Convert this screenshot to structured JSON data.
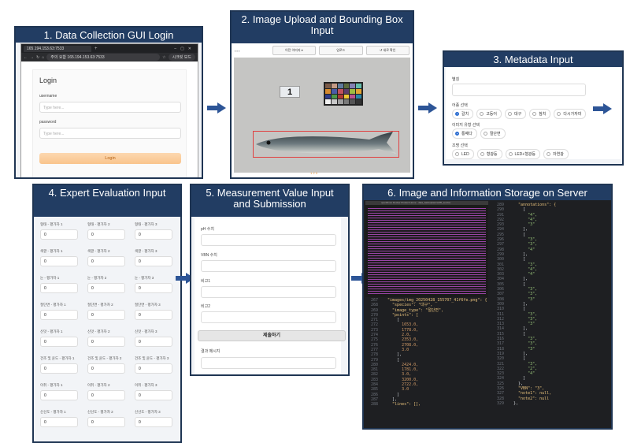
{
  "panels": {
    "p1": {
      "title": "1. Data Collection GUI Login"
    },
    "p2": {
      "title": "2. Image Upload and Bounding Box Input"
    },
    "p3": {
      "title": "3. Metadata Input"
    },
    "p4": {
      "title": "4. Expert Evaluation Input"
    },
    "p5": {
      "title": "5. Measurement Value Input and Submission"
    },
    "p6": {
      "title": "6. Image and Information Storage on Server"
    }
  },
  "login": {
    "tab": "165.194.153.63:7533",
    "address": "주의 요함  165.194.153.63:7533",
    "ext": "시크릿 모드",
    "heading": "Login",
    "username_label": "username",
    "username_placeholder": "Type here...",
    "password_label": "password",
    "password_placeholder": "Type here...",
    "button": "Login"
  },
  "upload": {
    "buttons": [
      "이전 이미지 ▾",
      "업로드",
      "↺ 새로 확인"
    ],
    "marker": "1",
    "checker_colors": [
      "#7a5a48",
      "#c49a85",
      "#5f7a9c",
      "#5c6b3d",
      "#8380b2",
      "#63bcaa",
      "#d58a2e",
      "#4a5ba6",
      "#c1525d",
      "#5c3c6b",
      "#9fbc41",
      "#e2a431",
      "#2e3b8a",
      "#4b974b",
      "#ad3833",
      "#eec733",
      "#b9528f",
      "#2c87a6",
      "#f1f1f1",
      "#c8c8c8",
      "#a0a0a0",
      "#7a7a7a",
      "#555555",
      "#333333"
    ],
    "pager": "1 2 3"
  },
  "metadata": {
    "field1_label": "별칭",
    "group1_label": "어종 선택",
    "group1_options": [
      "갈치",
      "고등어",
      "대구",
      "참치",
      "다시가자미"
    ],
    "group2_label": "이미지 유형 선택",
    "group2_options": [
      "통째다",
      "절단면"
    ],
    "group3_label": "조명 선택",
    "group3_options": [
      "LED",
      "형광등",
      "LED+형광등",
      "자연광"
    ]
  },
  "evaluation": {
    "cells": [
      {
        "label": "형태 - 평가자 1",
        "value": "0"
      },
      {
        "label": "형태 - 평가자 2",
        "value": "0"
      },
      {
        "label": "형태 - 평가자 3",
        "value": "0"
      },
      {
        "label": "색깔 - 평가자 1",
        "value": "0"
      },
      {
        "label": "색깔 - 평가자 2",
        "value": "0"
      },
      {
        "label": "색깔 - 평가자 3",
        "value": "0"
      },
      {
        "label": "눈 - 평가자 1",
        "value": "0"
      },
      {
        "label": "눈 - 평가자 2",
        "value": "0"
      },
      {
        "label": "눈 - 평가자 3",
        "value": "0"
      },
      {
        "label": "절단면 - 평가자 1",
        "value": "0"
      },
      {
        "label": "절단면 - 평가자 2",
        "value": "0"
      },
      {
        "label": "절단면 - 평가자 3",
        "value": "0"
      },
      {
        "label": "신맛 - 평가자 1",
        "value": "0"
      },
      {
        "label": "신맛 - 평가자 2",
        "value": "0"
      },
      {
        "label": "신맛 - 평가자 3",
        "value": "0"
      },
      {
        "label": "건조 및 윤도 - 평가자 1",
        "value": "0"
      },
      {
        "label": "건조 및 윤도 - 평가자 2",
        "value": "0"
      },
      {
        "label": "건조 및 윤도 - 평가자 3",
        "value": "0"
      },
      {
        "label": "이취 - 평가자 1",
        "value": "0"
      },
      {
        "label": "이취 - 평가자 2",
        "value": "0"
      },
      {
        "label": "이취 - 평가자 3",
        "value": "0"
      },
      {
        "label": "신선도 - 평가자 1",
        "value": "0"
      },
      {
        "label": "신선도 - 평가자 2",
        "value": "0"
      },
      {
        "label": "신선도 - 평가자 3",
        "value": "0"
      }
    ]
  },
  "measurement": {
    "ph_label": "pH 수치",
    "vbn_label": "VBN 수치",
    "note1_label": "비고1",
    "note2_label": "비고2",
    "submit": "제출하기",
    "result_label": "결과 메시지"
  },
  "server": {
    "terminal_title": "open8mon Docker Product Home - data_backupkasmsi05_service",
    "left_code": [
      {
        "ln": "267",
        "t": "  \"images/img_20250428_155707_41f6fe.png\": {"
      },
      {
        "ln": "268",
        "t": "    \"species\": \"대구\","
      },
      {
        "ln": "269",
        "t": "    \"image_type\": \"절단면\","
      },
      {
        "ln": "270",
        "t": "    \"points\": ["
      },
      {
        "ln": "271",
        "t": "      ["
      },
      {
        "ln": "272",
        "t": "        1653.0,"
      },
      {
        "ln": "273",
        "t": "        1778.0,"
      },
      {
        "ln": "274",
        "t": "        2.0,"
      },
      {
        "ln": "275",
        "t": "        2353.0,"
      },
      {
        "ln": "276",
        "t": "        2708.0,"
      },
      {
        "ln": "277",
        "t": "        3.0"
      },
      {
        "ln": "278",
        "t": "      ],"
      },
      {
        "ln": "279",
        "t": "      ["
      },
      {
        "ln": "280",
        "t": "        2424.0,"
      },
      {
        "ln": "281",
        "t": "        1781.0,"
      },
      {
        "ln": "282",
        "t": "        3.0,"
      },
      {
        "ln": "283",
        "t": "        3200.0,"
      },
      {
        "ln": "284",
        "t": "        2722.0,"
      },
      {
        "ln": "285",
        "t": "        3.0"
      },
      {
        "ln": "286",
        "t": "      ]"
      },
      {
        "ln": "287",
        "t": "    ],"
      },
      {
        "ln": "288",
        "t": "    \"lines\": [],"
      }
    ],
    "right_code": [
      {
        "ln": "289",
        "t": "    \"annotations\": {"
      },
      {
        "ln": "290",
        "t": "      ["
      },
      {
        "ln": "291",
        "t": "        \"4\","
      },
      {
        "ln": "292",
        "t": "        \"4\","
      },
      {
        "ln": "293",
        "t": "        \"3\""
      },
      {
        "ln": "294",
        "t": "      ],"
      },
      {
        "ln": "295",
        "t": "      ["
      },
      {
        "ln": "296",
        "t": "        \"3\","
      },
      {
        "ln": "297",
        "t": "        \"3\","
      },
      {
        "ln": "298",
        "t": "        \"4\""
      },
      {
        "ln": "299",
        "t": "      ],"
      },
      {
        "ln": "300",
        "t": "      ["
      },
      {
        "ln": "301",
        "t": "        \"3\","
      },
      {
        "ln": "302",
        "t": "        \"4\","
      },
      {
        "ln": "303",
        "t": "        \"4\""
      },
      {
        "ln": "304",
        "t": "      ],"
      },
      {
        "ln": "305",
        "t": "      ["
      },
      {
        "ln": "306",
        "t": "        \"3\","
      },
      {
        "ln": "307",
        "t": "        \"3\","
      },
      {
        "ln": "308",
        "t": "        \"3\""
      },
      {
        "ln": "309",
        "t": "      ],"
      },
      {
        "ln": "310",
        "t": "      ["
      },
      {
        "ln": "311",
        "t": "        \"3\","
      },
      {
        "ln": "312",
        "t": "        \"3\","
      },
      {
        "ln": "313",
        "t": "        \"3\""
      },
      {
        "ln": "314",
        "t": "      ],"
      },
      {
        "ln": "315",
        "t": "      ["
      },
      {
        "ln": "316",
        "t": "        \"3\","
      },
      {
        "ln": "317",
        "t": "        \"3\","
      },
      {
        "ln": "318",
        "t": "        \"3\""
      },
      {
        "ln": "319",
        "t": "      ],"
      },
      {
        "ln": "320",
        "t": "      ["
      },
      {
        "ln": "321",
        "t": "        \"3\","
      },
      {
        "ln": "322",
        "t": "        \"2\","
      },
      {
        "ln": "323",
        "t": "        \"4\""
      },
      {
        "ln": "324",
        "t": "      ]"
      },
      {
        "ln": "325",
        "t": "    },"
      },
      {
        "ln": "326",
        "t": "    \"VBN\": \"3\","
      },
      {
        "ln": "327",
        "t": "    \"note1\": null,"
      },
      {
        "ln": "328",
        "t": "    \"note2\": null"
      },
      {
        "ln": "329",
        "t": "  },"
      }
    ]
  }
}
